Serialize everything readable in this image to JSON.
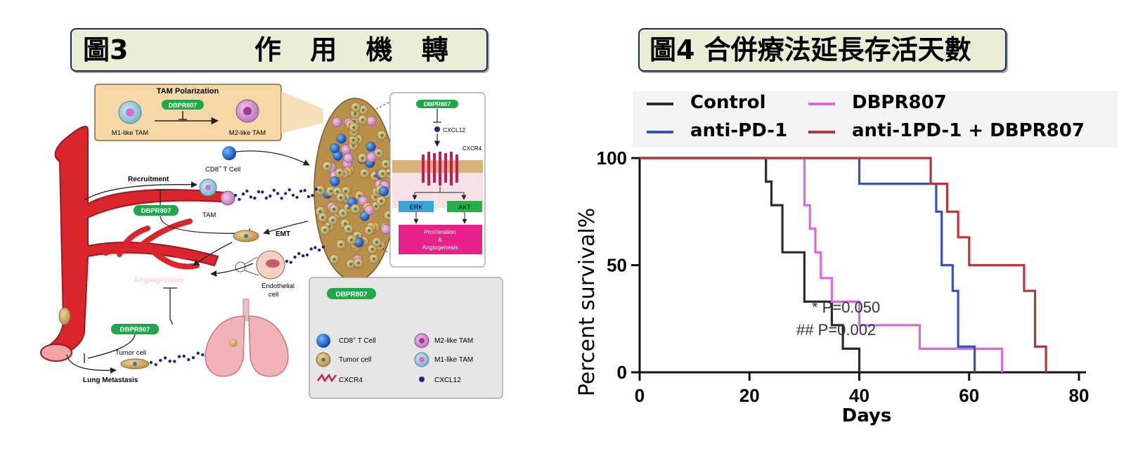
{
  "figure3": {
    "label": "圖3",
    "title": "作 用 機 轉",
    "tam_polarization": "TAM Polarization",
    "drug": "DBPR807",
    "m1_tam": "M1-like TAM",
    "m2_tam": "M2-like TAM",
    "cd8_t_cell": "CD8",
    "cd8_sup": "+",
    "t_cell_suffix": " T Cell",
    "recruitment": "Recruitment",
    "tam": "TAM",
    "emt": "EMT",
    "angiogenesis": "Angiogenesis",
    "endothelial": "Endothelial",
    "cell": "cell",
    "tumor_cell": "Tumor cell",
    "lung_metastasis": "Lung Metastasis",
    "pathway": {
      "drug": "DBPR807",
      "cxcl12": "CXCL12",
      "cxcr4": "CXCR4",
      "erk": "ERK",
      "akt": "AKT",
      "proliferation": "Proliferation",
      "amp": "&",
      "angiogenesis": "Angiogenesis"
    },
    "legend": {
      "drug": "DBPR807",
      "cd8": "CD8",
      "cd8_sup": "+",
      "cd8_suffix": " T Cell",
      "m2": "M2-like TAM",
      "tumor": "Tumor cell",
      "m1": "M1-like TAM",
      "cxcr4": "CXCR4",
      "cxcl12": "CXCL12"
    }
  },
  "figure4": {
    "label_title": "圖4 合併療法延長存活天數",
    "chart_data": {
      "type": "line",
      "step": true,
      "xlabel": "Days",
      "ylabel": "Percent survival%",
      "xlim": [
        0,
        80
      ],
      "ylim": [
        0,
        100
      ],
      "xticks": [
        0,
        20,
        40,
        60,
        80
      ],
      "yticks": [
        0,
        50,
        100
      ],
      "legend_position": "top",
      "annotations": [
        "* P=0.050",
        "## P=0.002"
      ],
      "series": [
        {
          "name": "Control",
          "color": "#2b2b2b",
          "points": [
            [
              0,
              100
            ],
            [
              23,
              100
            ],
            [
              23,
              89
            ],
            [
              24,
              89
            ],
            [
              24,
              78
            ],
            [
              26,
              78
            ],
            [
              26,
              56
            ],
            [
              30,
              56
            ],
            [
              30,
              33
            ],
            [
              35,
              33
            ],
            [
              35,
              22
            ],
            [
              37,
              22
            ],
            [
              37,
              11
            ],
            [
              40,
              11
            ],
            [
              40,
              0
            ]
          ]
        },
        {
          "name": "DBPR807",
          "color": "#d66be0",
          "points": [
            [
              0,
              100
            ],
            [
              30,
              100
            ],
            [
              30,
              78
            ],
            [
              31,
              78
            ],
            [
              31,
              67
            ],
            [
              32,
              67
            ],
            [
              32,
              56
            ],
            [
              33,
              56
            ],
            [
              33,
              44
            ],
            [
              35,
              44
            ],
            [
              35,
              33
            ],
            [
              40,
              33
            ],
            [
              40,
              22
            ],
            [
              51,
              22
            ],
            [
              51,
              11
            ],
            [
              66,
              11
            ],
            [
              66,
              0
            ]
          ]
        },
        {
          "name": "anti-PD-1",
          "color": "#3c52b0",
          "points": [
            [
              0,
              100
            ],
            [
              40,
              100
            ],
            [
              40,
              88
            ],
            [
              54,
              88
            ],
            [
              54,
              75
            ],
            [
              55,
              75
            ],
            [
              55,
              50
            ],
            [
              57,
              50
            ],
            [
              57,
              38
            ],
            [
              58,
              38
            ],
            [
              58,
              12
            ],
            [
              61,
              12
            ],
            [
              61,
              0
            ]
          ]
        },
        {
          "name": "anti-1PD-1 + DBPR807",
          "color": "#b33a3a",
          "points": [
            [
              0,
              100
            ],
            [
              53,
              100
            ],
            [
              53,
              88
            ],
            [
              56,
              88
            ],
            [
              56,
              75
            ],
            [
              58,
              75
            ],
            [
              58,
              63
            ],
            [
              60,
              63
            ],
            [
              60,
              50
            ],
            [
              70,
              50
            ],
            [
              70,
              38
            ],
            [
              72,
              38
            ],
            [
              72,
              12
            ],
            [
              74,
              12
            ],
            [
              74,
              0
            ]
          ]
        }
      ]
    }
  }
}
